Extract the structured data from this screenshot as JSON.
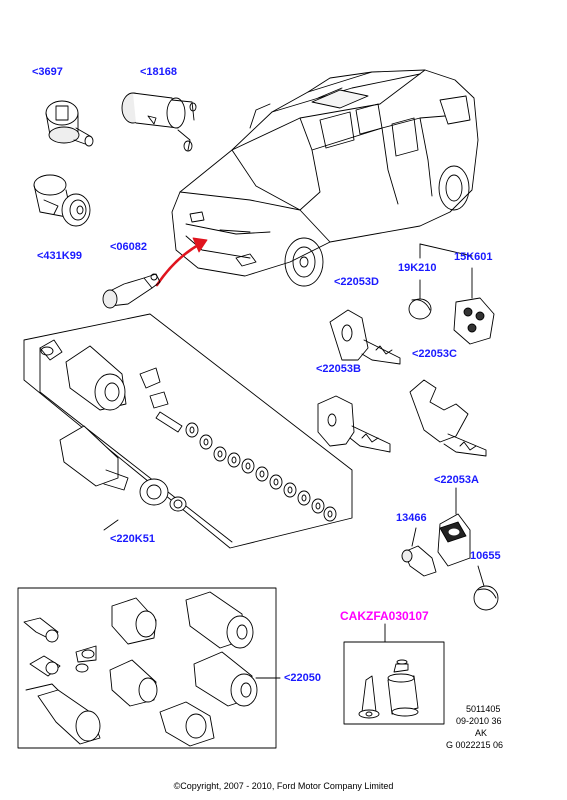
{
  "labels": {
    "p3697": "<3697",
    "p18168": "<18168",
    "p431k99": "<431K99",
    "p06082": "<06082",
    "p19k210": "19K210",
    "p15k601": "15K601",
    "p22053d": "<22053D",
    "p22053b": "<22053B",
    "p22053c": "<22053C",
    "p22053a": "<22053A",
    "p13466": "13466",
    "p10655": "10655",
    "p220k51": "<220K51",
    "p22050": "<22050",
    "kit": "CAKZFA030107"
  },
  "meta": {
    "line1": "5011405",
    "line2": "09-2010 36",
    "line3": "AK",
    "line4": "G 0022215 06"
  },
  "copyright": "©Copyright, 2007 - 2010, Ford Motor Company Limited",
  "colors": {
    "label": "#1a1aff",
    "kit_label": "#ff00ff",
    "arrow": "#e0141e",
    "line": "#000000"
  }
}
